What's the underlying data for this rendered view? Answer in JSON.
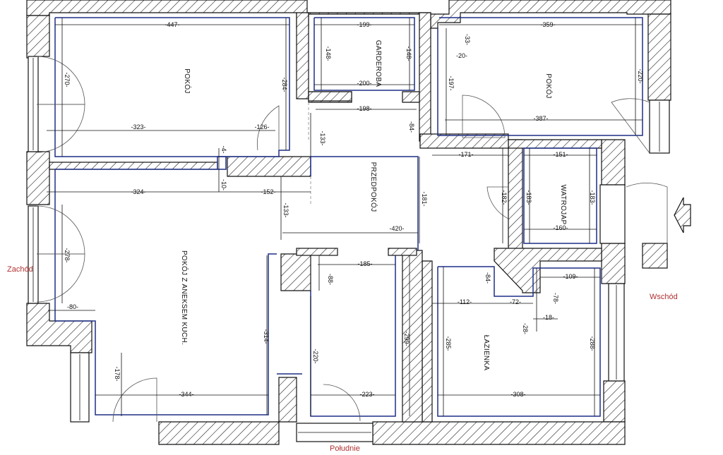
{
  "rooms": {
    "pokoj_1": "POKÓJ",
    "garderoba": "GARDEROBA",
    "pokoj_2": "POKÓJ",
    "przedpokoj": "PRZEDPOKÓJ",
    "wc": "WATROJAP",
    "pokoj_aneks": "POKÓJ Z ANEKSEM KUCH.",
    "lazienka": "ŁAZIENKA"
  },
  "directions": {
    "west": "Zachód",
    "east": "Wschód",
    "south": "Południe"
  },
  "dimensions": {
    "d447": "-447-",
    "d199": "-199-",
    "d359": "-359-",
    "d270": "-270-",
    "d148a": "-148-",
    "d148b": "-148-",
    "d200": "-200-",
    "d33": "-33-",
    "d20": "-20-",
    "d197": "-197-",
    "d220a": "-220-",
    "d284": "-284-",
    "d198": "-198-",
    "d387": "-387-",
    "d323": "-323-",
    "d126": "-126-",
    "d133a": "-133-",
    "d84a": "-84-",
    "d171": "-171-",
    "d151": "-151-",
    "d4": "-4-",
    "d10": "-10-",
    "d324": "-324-",
    "d152": "-152-",
    "d133b": "-133-",
    "d181": "-181-",
    "d182": "-182-",
    "d183a": "-183-",
    "d183b": "-183-",
    "d420": "-420-",
    "d160": "-160-",
    "d278": "-278-",
    "d185": "-185-",
    "d88": "-88-",
    "d84b": "-84-",
    "d109": "-109-",
    "d80": "-80-",
    "d112": "-112-",
    "d72": "-72-",
    "d78": "-78-",
    "d18": "-18-",
    "d28": "-28-",
    "d314": "-314-",
    "d299": "-299-",
    "d285": "-285-",
    "d288": "-288-",
    "d178": "-178-",
    "d220b": "-220-",
    "d344": "-344-",
    "d223": "-223-",
    "d308": "-308-"
  },
  "colors": {
    "wall_outline": "#111111",
    "inner_line": "#1e2f86",
    "direction_label": "#b03030"
  }
}
